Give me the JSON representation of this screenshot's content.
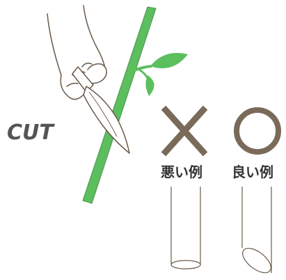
{
  "cut_label": "CUT",
  "bad_example": {
    "symbol": "×",
    "label": "悪い例"
  },
  "good_example": {
    "symbol": "○",
    "label": "良い例"
  },
  "colors": {
    "stem_green": "#5cbf5e",
    "leaf_green": "#5cbf5e",
    "outline": "#6b5a4a",
    "symbol": "#7a6a5a",
    "text": "#333333",
    "cut_text": "#555555"
  }
}
